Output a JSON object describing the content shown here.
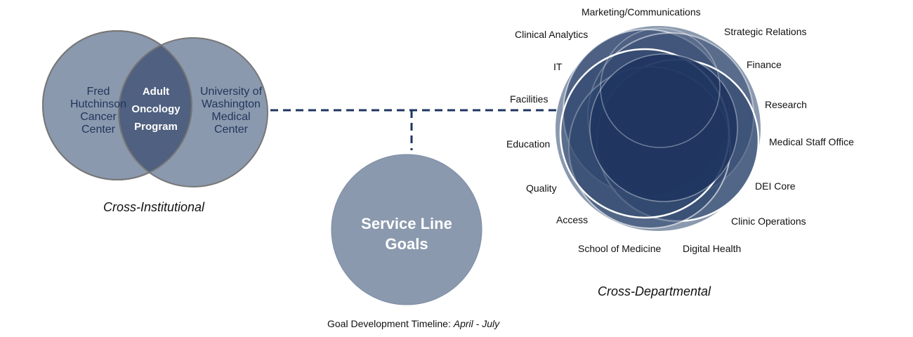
{
  "cross_institutional": {
    "left_label": "Fred Hutchinson Cancer Center",
    "left_lines": [
      "Fred",
      "Hutchinson",
      "Cancer",
      "Center"
    ],
    "right_lines": [
      "University of",
      "Washington",
      "Medical",
      "Center"
    ],
    "center_lines": [
      "Adult",
      "Oncology",
      "Program"
    ],
    "caption": "Cross-Institutional"
  },
  "service_line": {
    "lines": [
      "Service Line",
      "Goals"
    ],
    "timeline_label": "Goal Development Timeline:",
    "timeline_value": "April - July"
  },
  "cross_departmental": {
    "caption": "Cross-Departmental",
    "departments": [
      "Marketing/Communications",
      "Strategic Relations",
      "Finance",
      "Research",
      "Medical Staff Office",
      "DEI Core",
      "Clinic Operations",
      "Digital Health",
      "School of Medicine",
      "Access",
      "Quality",
      "Education",
      "Facilities",
      "IT",
      "Clinical Analytics"
    ]
  },
  "colors": {
    "light": "#8a99ae",
    "mid": "#4f6080",
    "dark": "#1f3560",
    "text": "#22365c"
  }
}
